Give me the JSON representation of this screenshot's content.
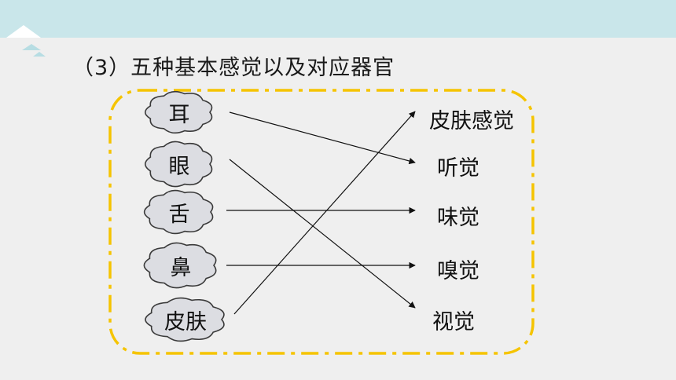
{
  "slide": {
    "heading": "（3）五种基本感觉以及对应器官"
  },
  "organs": [
    {
      "id": "ear",
      "label": "耳"
    },
    {
      "id": "eye",
      "label": "眼"
    },
    {
      "id": "tongue",
      "label": "舌"
    },
    {
      "id": "nose",
      "label": "鼻"
    },
    {
      "id": "skin",
      "label": "皮肤"
    }
  ],
  "senses": [
    {
      "id": "touch",
      "label": "皮肤感觉"
    },
    {
      "id": "hearing",
      "label": "听觉"
    },
    {
      "id": "taste",
      "label": "味觉"
    },
    {
      "id": "smell",
      "label": "嗅觉"
    },
    {
      "id": "sight",
      "label": "视觉"
    }
  ],
  "links": [
    {
      "from": "ear",
      "to": "hearing"
    },
    {
      "from": "eye",
      "to": "sight"
    },
    {
      "from": "tongue",
      "to": "taste"
    },
    {
      "from": "nose",
      "to": "smell"
    },
    {
      "from": "skin",
      "to": "touch"
    }
  ],
  "colors": {
    "top_band": "#c9e6ea",
    "background": "#efefef",
    "dashed_border": "#f5c400",
    "cloud_fill": "#dcdde2",
    "cloud_stroke": "#3a3a3a",
    "arrow": "#111111"
  },
  "icons": {
    "corner_decoration": "mountain-triangles-icon",
    "organ_bubble": "cloud-icon"
  }
}
